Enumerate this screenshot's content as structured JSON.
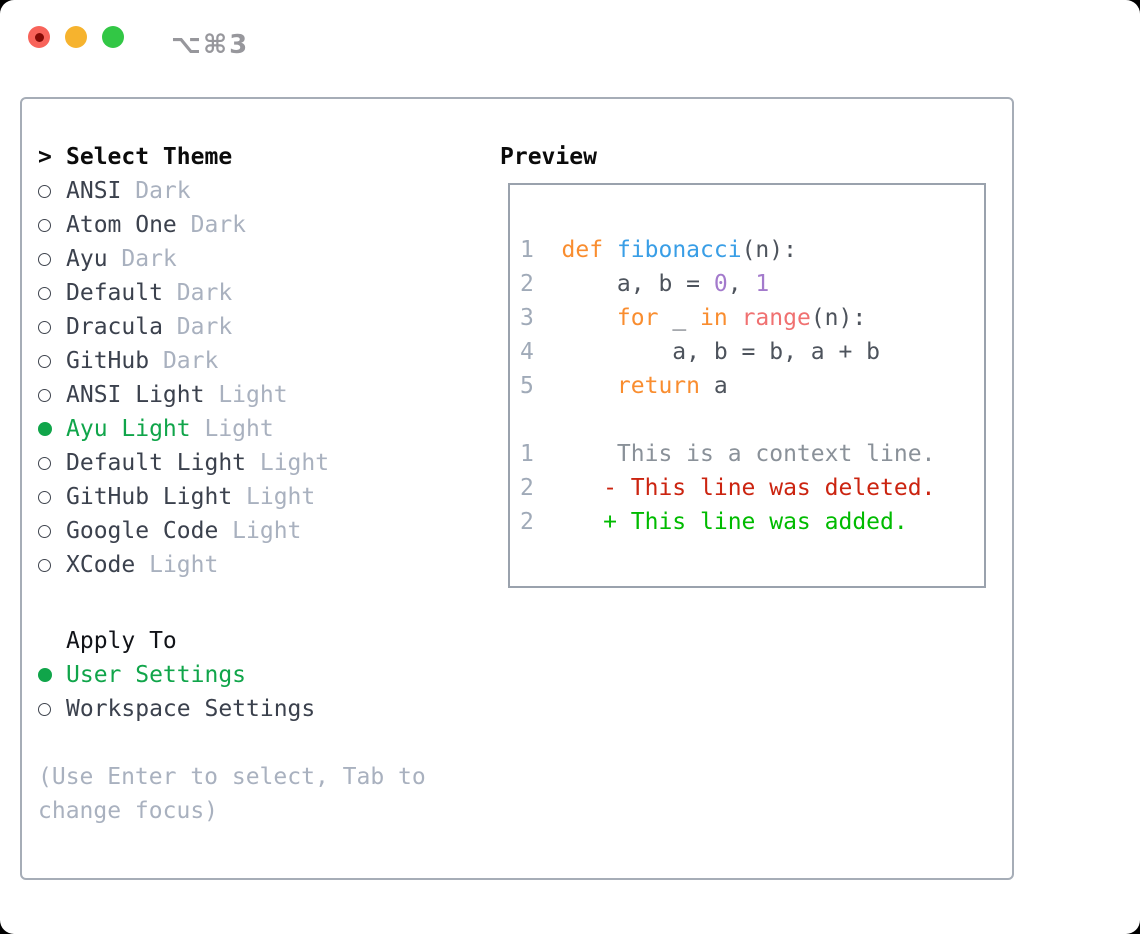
{
  "window": {
    "title": "⌥⌘3"
  },
  "colors": {
    "accent_green": "#10a54a",
    "keyword_orange": "#f98d2f",
    "function_blue": "#399ee6",
    "number_purple": "#a37acc",
    "call_coral": "#f07171",
    "code_fg": "#4d535c",
    "context_gray": "#8a9199",
    "diff_del_red": "#cb2410",
    "diff_add_green": "#00bb00",
    "muted_gray": "#a9b1bf",
    "line_number_gray": "#a0aab8",
    "traffic_red": "#f8635a",
    "traffic_yellow": "#f6b32e",
    "traffic_green": "#32c745"
  },
  "theme_panel": {
    "header": {
      "prompt": ">",
      "label": "Select Theme"
    },
    "themes": [
      {
        "name": "ANSI",
        "tag": "Dark",
        "selected": false
      },
      {
        "name": "Atom One",
        "tag": "Dark",
        "selected": false
      },
      {
        "name": "Ayu",
        "tag": "Dark",
        "selected": false
      },
      {
        "name": "Default",
        "tag": "Dark",
        "selected": false
      },
      {
        "name": "Dracula",
        "tag": "Dark",
        "selected": false
      },
      {
        "name": "GitHub",
        "tag": "Dark",
        "selected": false
      },
      {
        "name": "ANSI Light",
        "tag": "Light",
        "selected": false
      },
      {
        "name": "Ayu Light",
        "tag": "Light",
        "selected": true
      },
      {
        "name": "Default Light",
        "tag": "Light",
        "selected": false
      },
      {
        "name": "GitHub Light",
        "tag": "Light",
        "selected": false
      },
      {
        "name": "Google Code",
        "tag": "Light",
        "selected": false
      },
      {
        "name": "XCode",
        "tag": "Light",
        "selected": false
      }
    ],
    "apply_to": {
      "label": "Apply To",
      "options": [
        {
          "name": "User Settings",
          "selected": true
        },
        {
          "name": "Workspace Settings",
          "selected": false
        }
      ]
    },
    "help_lines": [
      "(Use Enter to select, Tab to",
      "change focus)"
    ]
  },
  "preview": {
    "label": "Preview",
    "lines": [
      {
        "num": "1",
        "segs": [
          [
            "kw",
            "def"
          ],
          [
            "fg",
            " "
          ],
          [
            "fn",
            "fibonacci"
          ],
          [
            "fg",
            "(n):"
          ]
        ]
      },
      {
        "num": "2",
        "segs": [
          [
            "fg",
            "    a, b = "
          ],
          [
            "lit",
            "0"
          ],
          [
            "fg",
            ", "
          ],
          [
            "lit",
            "1"
          ]
        ]
      },
      {
        "num": "3",
        "segs": [
          [
            "fg",
            "    "
          ],
          [
            "kw",
            "for"
          ],
          [
            "fg",
            " _ "
          ],
          [
            "kw",
            "in"
          ],
          [
            "fg",
            " "
          ],
          [
            "call",
            "range"
          ],
          [
            "fg",
            "(n):"
          ]
        ]
      },
      {
        "num": "4",
        "segs": [
          [
            "fg",
            "        a, b = b, a + b"
          ]
        ]
      },
      {
        "num": "5",
        "segs": [
          [
            "fg",
            "    "
          ],
          [
            "kw",
            "return"
          ],
          [
            "fg",
            " a"
          ]
        ]
      },
      {
        "num": "",
        "segs": []
      },
      {
        "num": "1",
        "segs": [
          [
            "ctx",
            "    This is a context line."
          ]
        ]
      },
      {
        "num": "2",
        "segs": [
          [
            "del",
            "   - This line was deleted."
          ]
        ]
      },
      {
        "num": "2",
        "segs": [
          [
            "add",
            "   + This line was added."
          ]
        ]
      }
    ]
  }
}
